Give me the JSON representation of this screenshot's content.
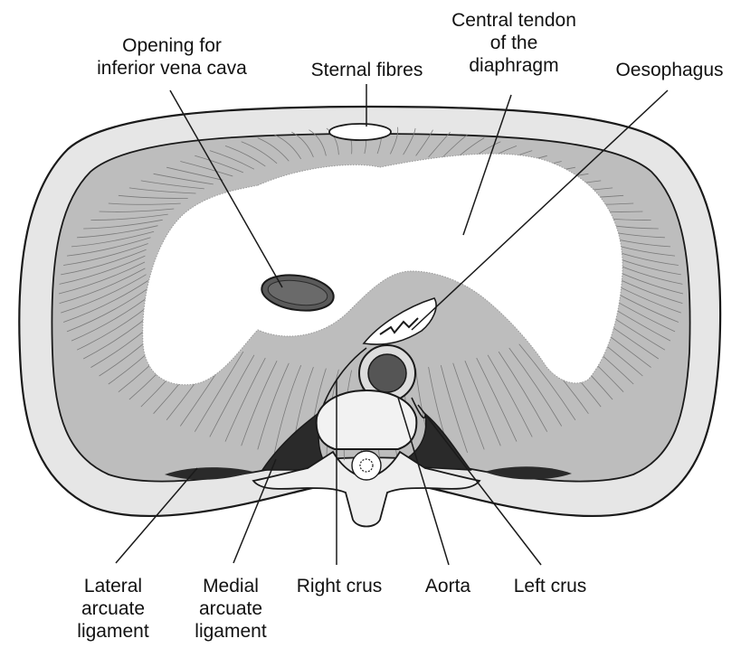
{
  "colors": {
    "outline": "#1a1a1a",
    "muscle_fill": "#bdbdbd",
    "muscle_line": "#7a7a7a",
    "tendon_fill": "#ffffff",
    "body_wall": "#e6e6e6",
    "dark_space": "#2a2a2a",
    "vena_cava_fill": "#5a5a5a",
    "aorta_fill": "#555555",
    "background": "#ffffff"
  },
  "labels": {
    "vena_cava": [
      "Opening for",
      "inferior vena cava"
    ],
    "sternal": [
      "Sternal fibres"
    ],
    "central_tendon": [
      "Central tendon",
      "of the",
      "diaphragm"
    ],
    "oesophagus": [
      "Oesophagus"
    ],
    "lateral_arcuate": [
      "Lateral",
      "arcuate",
      "ligament"
    ],
    "medial_arcuate": [
      "Medial",
      "arcuate",
      "ligament"
    ],
    "right_crus": [
      "Right crus"
    ],
    "aorta": [
      "Aorta"
    ],
    "left_crus": [
      "Left crus"
    ]
  }
}
